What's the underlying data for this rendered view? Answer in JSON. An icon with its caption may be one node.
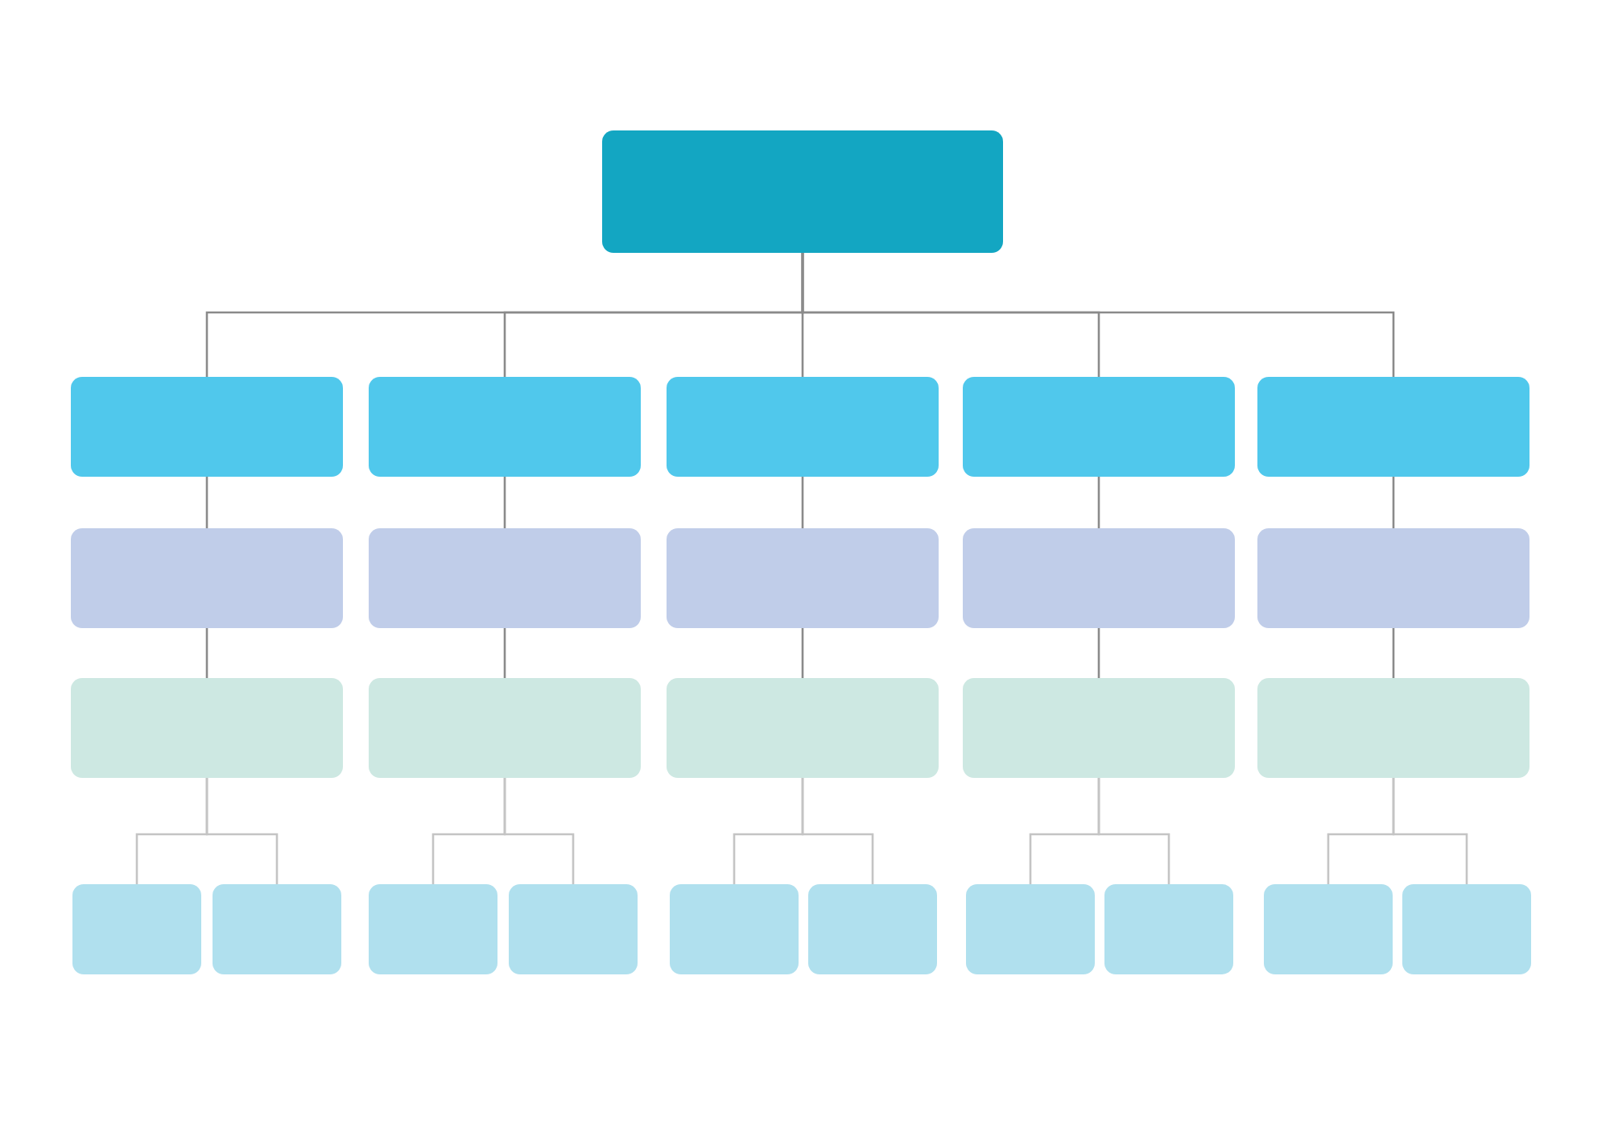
{
  "diagram": {
    "nodes": [
      {
        "text": [],
        "shape": "box"
      },
      {
        "text": [],
        "shape": "box"
      },
      {
        "text": [],
        "shape": "box"
      },
      {
        "text": [],
        "shape": "box"
      },
      {
        "text": [],
        "shape": "box"
      },
      {
        "text": [],
        "shape": "box"
      },
      {
        "text": [],
        "shape": "box"
      },
      {
        "text": [],
        "shape": "box"
      },
      {
        "text": [],
        "shape": "box"
      },
      {
        "text": [],
        "shape": "box"
      },
      {
        "text": [],
        "shape": "box"
      },
      {
        "text": [],
        "shape": "box"
      },
      {
        "text": [],
        "shape": "box"
      },
      {
        "text": [],
        "shape": "box"
      },
      {
        "text": [],
        "shape": "box"
      },
      {
        "text": [],
        "shape": "box"
      },
      {
        "text": [],
        "shape": "box"
      },
      {
        "text": [],
        "shape": "box"
      },
      {
        "text": [],
        "shape": "box"
      },
      {
        "text": [],
        "shape": "box"
      },
      {
        "text": [],
        "shape": "box"
      },
      {
        "text": [],
        "shape": "box"
      },
      {
        "text": [],
        "shape": "box"
      },
      {
        "text": [],
        "shape": "box"
      },
      {
        "text": [],
        "shape": "box"
      },
      {
        "text": [],
        "shape": "box"
      }
    ],
    "edges": [
      {
        "from": 0,
        "to": 1,
        "arrow": "none"
      },
      {
        "from": 0,
        "to": 2,
        "arrow": "none"
      },
      {
        "from": 0,
        "to": 3,
        "arrow": "none"
      },
      {
        "from": 0,
        "to": 4,
        "arrow": "none"
      },
      {
        "from": 0,
        "to": 5,
        "arrow": "none"
      },
      {
        "from": 1,
        "to": 6,
        "arrow": "none"
      },
      {
        "from": 2,
        "to": 7,
        "arrow": "none"
      },
      {
        "from": 3,
        "to": 8,
        "arrow": "none"
      },
      {
        "from": 4,
        "to": 9,
        "arrow": "none"
      },
      {
        "from": 5,
        "to": 10,
        "arrow": "none"
      },
      {
        "from": 6,
        "to": 11,
        "arrow": "none"
      },
      {
        "from": 7,
        "to": 12,
        "arrow": "none"
      },
      {
        "from": 8,
        "to": 13,
        "arrow": "none"
      },
      {
        "from": 9,
        "to": 14,
        "arrow": "none"
      },
      {
        "from": 10,
        "to": 15,
        "arrow": "none"
      },
      {
        "from": 11,
        "to": 16,
        "arrow": "none",
        "color": "#c4c4c4"
      },
      {
        "from": 11,
        "to": 17,
        "arrow": "none",
        "color": "#c4c4c4"
      },
      {
        "from": 12,
        "to": 18,
        "arrow": "none",
        "color": "#c4c4c4"
      },
      {
        "from": 12,
        "to": 19,
        "arrow": "none",
        "color": "#c4c4c4"
      },
      {
        "from": 13,
        "to": 20,
        "arrow": "none",
        "color": "#c4c4c4"
      },
      {
        "from": 13,
        "to": 21,
        "arrow": "none",
        "color": "#c4c4c4"
      },
      {
        "from": 14,
        "to": 22,
        "arrow": "none",
        "color": "#c4c4c4"
      },
      {
        "from": 14,
        "to": 23,
        "arrow": "none",
        "color": "#c4c4c4"
      },
      {
        "from": 15,
        "to": 24,
        "arrow": "none",
        "color": "#c4c4c4"
      },
      {
        "from": 15,
        "to": 25,
        "arrow": "none",
        "color": "#c4c4c4"
      }
    ]
  }
}
